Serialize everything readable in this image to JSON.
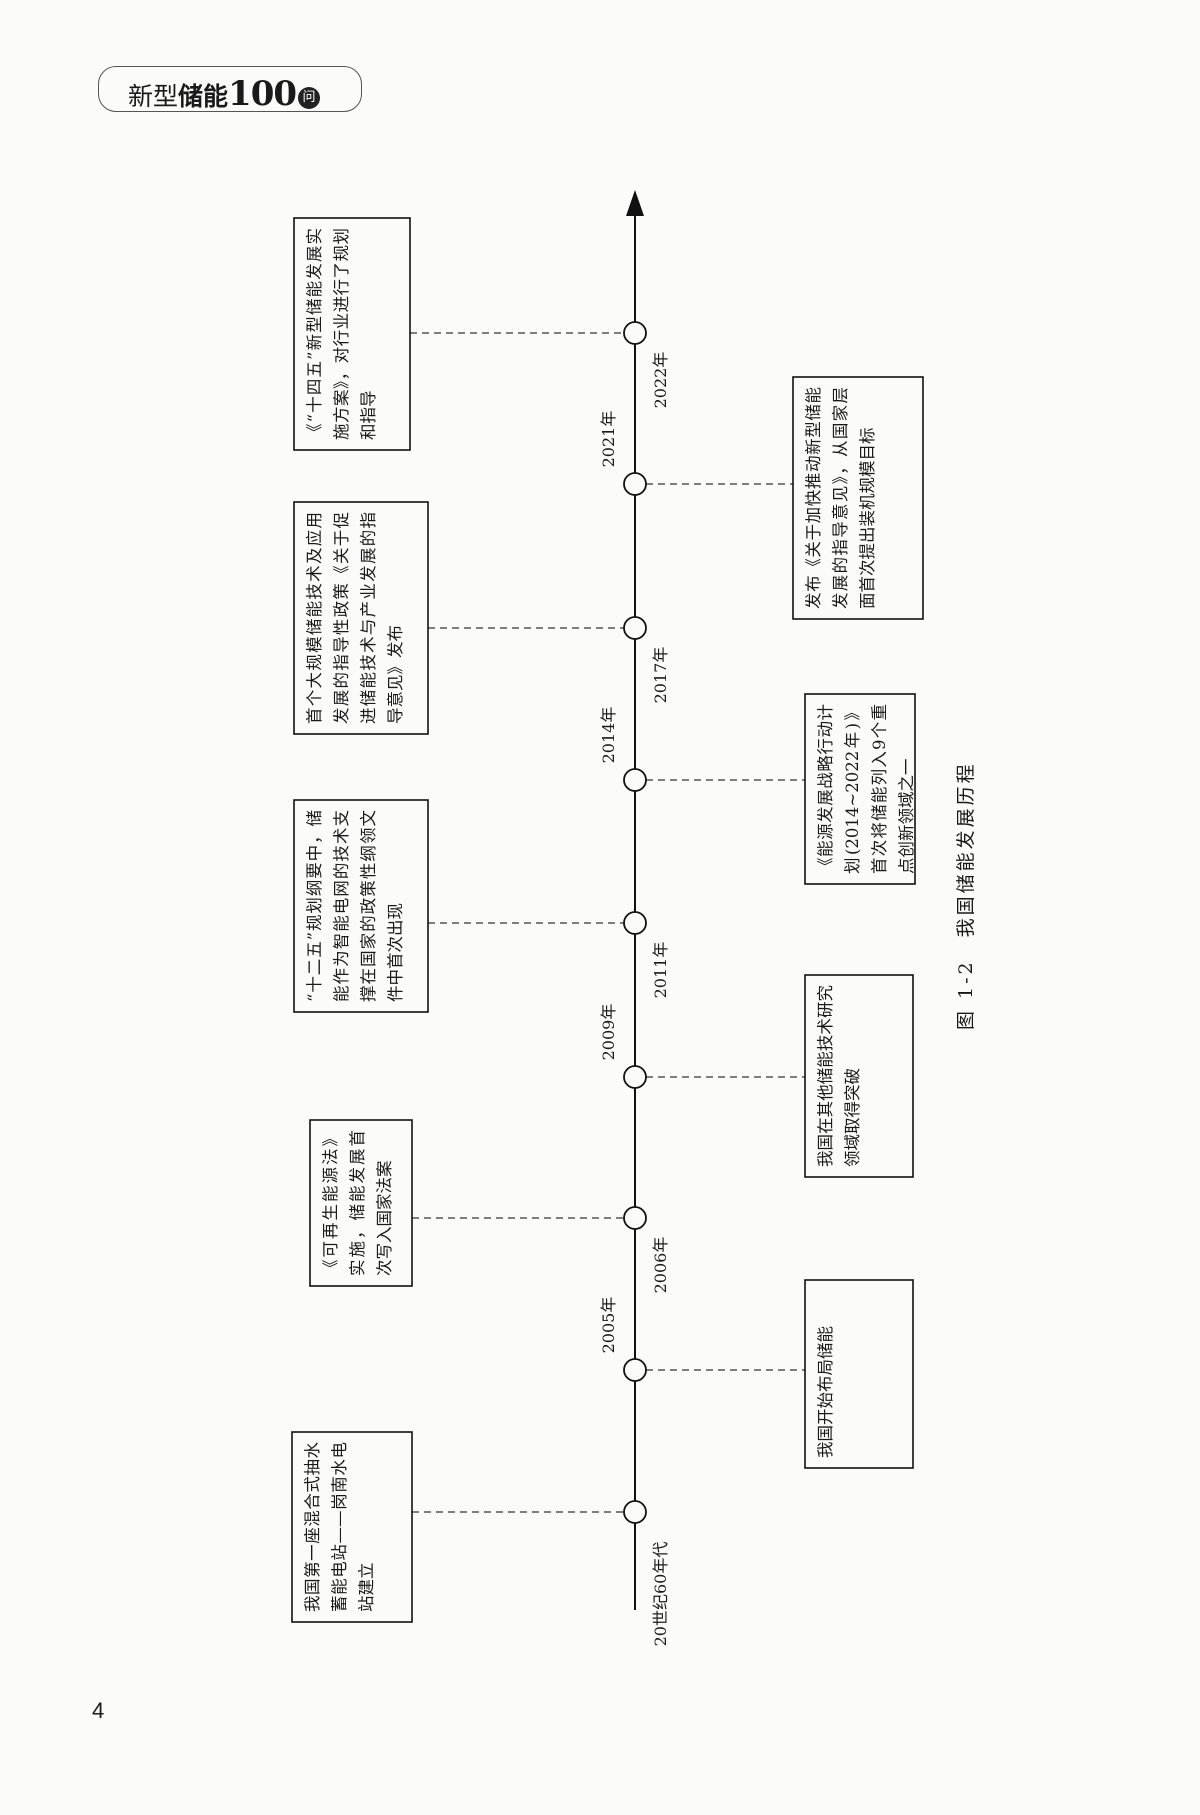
{
  "header": {
    "prefix": "新型",
    "bold": "储能",
    "number": "100",
    "badge": "问"
  },
  "page_number": "4",
  "caption": "图 1-2　我国储能发展历程",
  "events": [
    {
      "year": "20世纪60年代",
      "side": "top",
      "text": "我国第一座混合式抽水蓄能电站——岗南水电站建立"
    },
    {
      "year": "2005年",
      "side": "bottom",
      "text": "我国开始布局储能"
    },
    {
      "year": "2006年",
      "side": "top",
      "text": "《可再生能源法》实施，储能发展首次写入国家法案"
    },
    {
      "year": "2009年",
      "side": "bottom",
      "text": "我国在其他储能技术研究领域取得突破"
    },
    {
      "year": "2011年",
      "side": "top",
      "text": "“十二五”规划纲要中，储能作为智能电网的技术支撑在国家的政策性纲领文件中首次出现"
    },
    {
      "year": "2014年",
      "side": "bottom",
      "text": "《能源发展战略行动计划(2014~2022年)》首次将储能列入9个重点创新领域之一"
    },
    {
      "year": "2017年",
      "side": "top",
      "text": "首个大规模储能技术及应用发展的指导性政策《关于促进储能技术与产业发展的指导意见》发布"
    },
    {
      "year": "2021年",
      "side": "bottom",
      "text": "发布《关于加快推动新型储能发展的指导意见》，从国家层面首次提出装机规模目标"
    },
    {
      "year": "2022年",
      "side": "top",
      "text": "《“十四五”新型储能发展实施方案》，对行业进行了规划和指导"
    }
  ]
}
